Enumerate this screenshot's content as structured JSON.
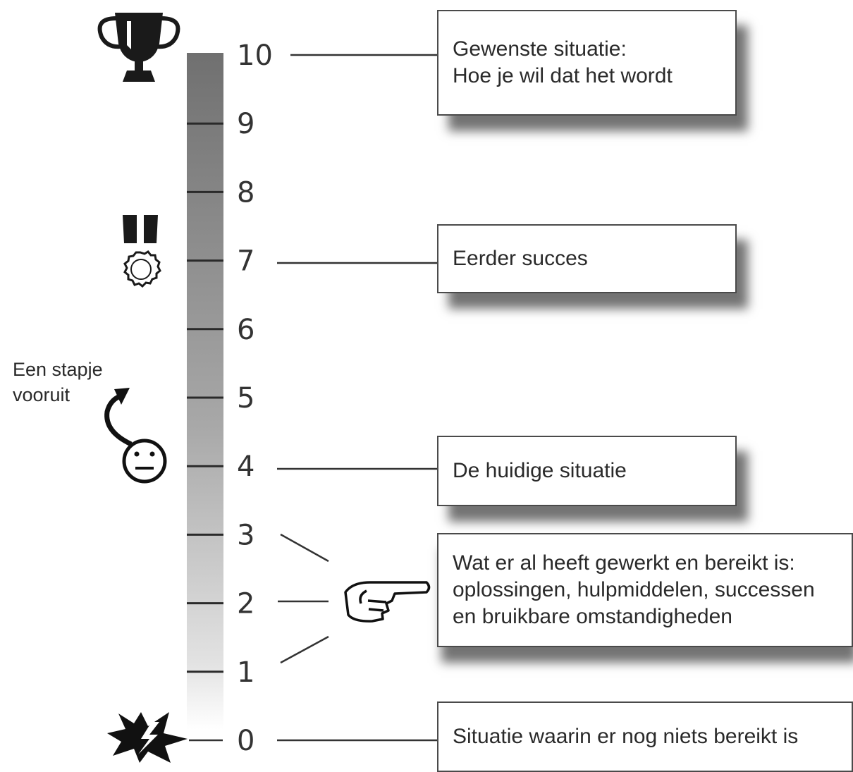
{
  "scale": {
    "labels": [
      "0",
      "1",
      "2",
      "3",
      "4",
      "5",
      "6",
      "7",
      "8",
      "9",
      "10"
    ]
  },
  "boxes": {
    "desired": [
      "Gewenste situatie:",
      "Hoe je wil dat het wordt"
    ],
    "previous_success": [
      "Eerder succes"
    ],
    "current": [
      "De huidige situatie"
    ],
    "what_worked": [
      "Wat er al heeft gewerkt en bereikt is:",
      "oplossingen, hulpmiddelen, successen",
      "en bruikbare omstandigheden"
    ],
    "nothing_achieved": [
      "Situatie waarin er nog niets bereikt is"
    ]
  },
  "side_note": [
    "Een stapje",
    "vooruit"
  ],
  "icons": [
    "trophy-icon",
    "medal-icon",
    "neutral-face-icon",
    "curved-arrow-up-icon",
    "pointing-hand-icon",
    "explosion-icon"
  ]
}
